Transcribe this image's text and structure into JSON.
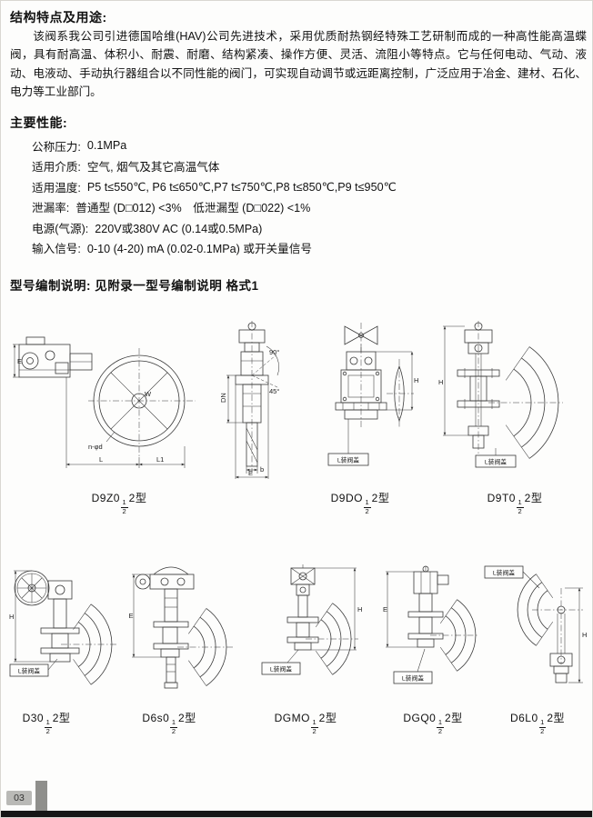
{
  "features": {
    "heading": "结构特点及用途:",
    "body": "该阀系我公司引进德国哈维(HAV)公司先进技术，采用优质耐热钢经特殊工艺研制而成的一种高性能高温蝶阀，具有耐高温、体积小、耐震、耐磨、结构紧凑、操作方便、灵活、流阻小等特点。它与任何电动、气动、液动、电液动、手动执行器组合以不同性能的阀门，可实现自动调节或远距离控制，广泛应用于冶金、建材、石化、电力等工业部门。"
  },
  "performance": {
    "heading": "主要性能:",
    "items": [
      {
        "label": "公称压力:",
        "value": "0.1MPa"
      },
      {
        "label": "适用介质:",
        "value": "空气, 烟气及其它高温气体"
      },
      {
        "label": "适用温度:",
        "value": "P5 t≤550℃, P6 t≤650℃,P7 t≤750℃,P8 t≤850℃,P9 t≤950℃"
      },
      {
        "label": "泄漏率:",
        "value": "普通型 (D□012) <3%　低泄漏型 (D□022) <1%"
      },
      {
        "label": "电源(气源):",
        "value": "220V或380V AC (0.14或0.5MPa)"
      },
      {
        "label": "输入信号:",
        "value": "0-10 (4-20) mA (0.02-0.1MPa) 或开关量信号"
      }
    ]
  },
  "model_heading": "型号编制说明: 见附录一型号编制说明 格式1",
  "figures": {
    "annotation": "L装阀盖",
    "f1": {
      "label": {
        "pre": "D9Z0",
        "num": "1",
        "den": "2",
        "post": "2型"
      },
      "dims": {
        "e": "E",
        "w": "W",
        "nphid": "n-φd",
        "l": "L",
        "l1": "L1"
      }
    },
    "f1s": {
      "dims": {
        "a90": "90°",
        "a45": "45°",
        "dn": "DN",
        "e": "E",
        "b": "b"
      }
    },
    "f2": {
      "label": {
        "pre": "D9DO",
        "num": "1",
        "den": "2",
        "post": "2型"
      },
      "dims": {
        "h": "H"
      }
    },
    "f3": {
      "label": {
        "pre": "D9T0",
        "num": "1",
        "den": "2",
        "post": "2型"
      },
      "dims": {
        "h": "H"
      }
    },
    "f4": {
      "label": {
        "pre": "D30",
        "num": "1",
        "den": "2",
        "post": "2型"
      },
      "dims": {
        "h": "H"
      }
    },
    "f5": {
      "label": {
        "pre": "D6s0",
        "num": "1",
        "den": "2",
        "post": "2型"
      },
      "dims": {
        "e": "E"
      }
    },
    "f6": {
      "label": {
        "pre": "DGMO",
        "num": "1",
        "den": "2",
        "post": "2型"
      },
      "dims": {
        "h": "H"
      }
    },
    "f7": {
      "label": {
        "pre": "DGQ0",
        "num": "1",
        "den": "2",
        "post": "2型"
      },
      "dims": {
        "e": "E"
      }
    },
    "f8": {
      "label": {
        "pre": "D6L0",
        "num": "1",
        "den": "2",
        "post": "2型"
      },
      "dims": {
        "h": "H"
      }
    }
  },
  "footer": {
    "page": "03"
  }
}
